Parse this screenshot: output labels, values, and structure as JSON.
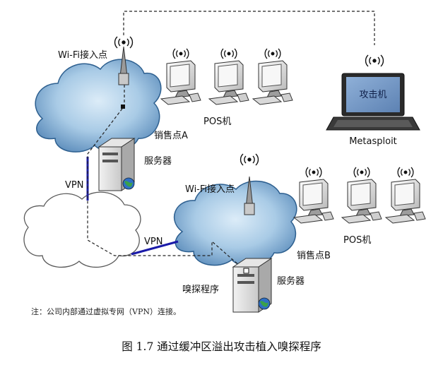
{
  "diagram": {
    "labels": {
      "wifi_ap_a": "Wi-Fi接入点",
      "wifi_ap_b": "Wi-Fi接入点",
      "pos_a": "POS机",
      "pos_b": "POS机",
      "store_a": "销售点A",
      "store_b": "销售点B",
      "server_a": "服务器",
      "server_b": "服务器",
      "vpn_a": "VPN",
      "vpn_b": "VPN",
      "attacker_screen": "攻击机",
      "attacker_name": "Metasploit",
      "sniffer": "嗅探程序"
    },
    "colors": {
      "cloud_fill": "#a9cbe6",
      "cloud_edge": "#2d5f8f",
      "vpn_line": "#1a1aa8",
      "attack_path": "#222222"
    }
  },
  "note": "注：公司内部通过虚拟专网（VPN）连接。",
  "caption": "图 1.7   通过缓冲区溢出攻击植入嗅探程序"
}
